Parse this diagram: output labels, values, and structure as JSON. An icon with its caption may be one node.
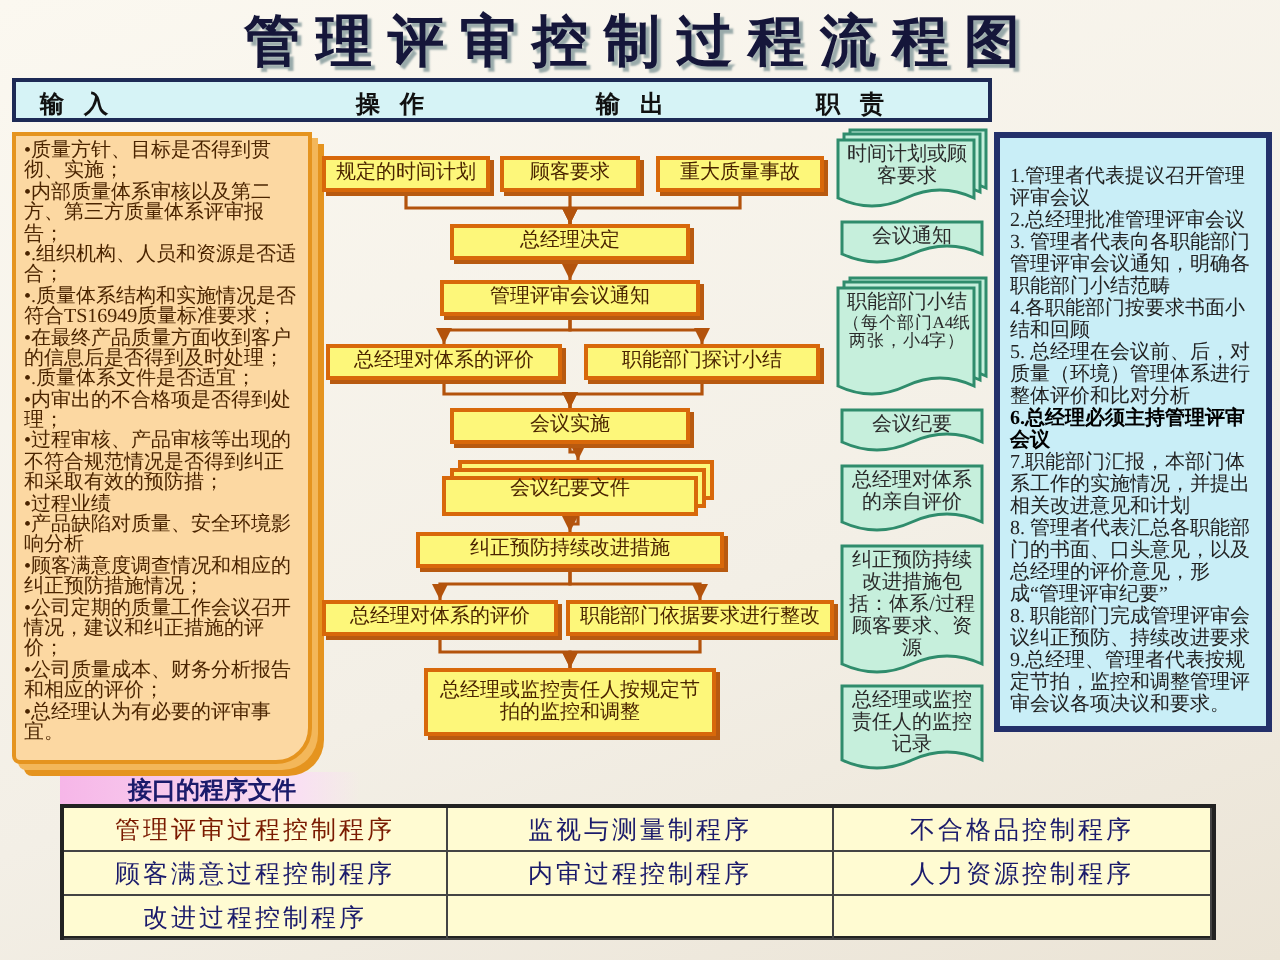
{
  "diagram": {
    "title": "管理评审控制过程流程图",
    "nodes": [
      {
        "text": [
          "•质量方针、目标是否得到贯彻、实施；",
          "•内部质量体系审核以及第二方、第三方质量体系评审报告；",
          "•.组织机构、人员和资源是否适合；",
          "•.质量体系结构和实施情况是否符合TS16949质量标准要求；",
          "•在最终产品质量方面收到客户的信息后是否得到及时处理；",
          "•.质量体系文件是否适宜；",
          "•内审出的不合格项是否得到处理；",
          "•过程审核、产品审核等出现的不符合规范情况是否得到纠正和采取有效的预防措；",
          "•过程业绩",
          "•产品缺陷对质量、安全环境影响分析",
          "•顾客满意度调查情况和相应的纠正预防措施情况；",
          "•公司定期的质量工作会议召开情况，建议和纠正措施的评价；",
          "•公司质量成本、财务分析报告和相应的评价；",
          "•总经理认为有必要的评审事宜。"
        ]
      },
      {
        "text": [
          "规定的时间计划"
        ]
      },
      {
        "text": [
          "顾客要求"
        ]
      },
      {
        "text": [
          "重大质量事故"
        ]
      },
      {
        "text": [
          "总经理决定"
        ]
      },
      {
        "text": [
          "管理评审会议通知"
        ]
      },
      {
        "text": [
          "总经理对体系的评价"
        ]
      },
      {
        "text": [
          "职能部门探讨小结"
        ]
      },
      {
        "text": [
          "会议实施"
        ]
      },
      {
        "text": [
          "会议纪要文件"
        ]
      },
      {
        "text": [
          "纠正预防持续改进措施"
        ]
      },
      {
        "text": [
          "总经理对体系的评价"
        ]
      },
      {
        "text": [
          "职能部门依据要求进行整改"
        ]
      },
      {
        "text": [
          "总经理或监控责任人按规定节拍的监控和调整"
        ]
      },
      {
        "text": [
          "时间计划或顾客要求"
        ]
      },
      {
        "text": [
          "会议通知"
        ]
      },
      {
        "text": [
          "职能部门小结",
          "（每个部门A4纸两张，小4字）"
        ]
      },
      {
        "text": [
          "会议纪要"
        ]
      },
      {
        "text": [
          "总经理对体系的亲自评价"
        ]
      },
      {
        "text": [
          "纠正预防持续改进措施包括：体系/过程顾客要求、资源"
        ]
      },
      {
        "text": [
          "总经理或监控责任人的监控记录"
        ]
      },
      {
        "text": [
          "1.管理者代表提议召开管理评审会议",
          "2.总经理批准管理评审会议",
          "3. 管理者代表向各职能部门管理评审会议通知，明确各职能部门小结范畴",
          "4.各职能部门按要求书面小结和回顾",
          "5. 总经理在会议前、后，对质量（环境）管理体系进行整体评价和比对分析",
          "6.总经理必须主持管理评审会议",
          "7.职能部门汇报，本部门体系工作的实施情况，并提出相关改进意见和计划",
          "8. 管理者代表汇总各职能部门的书面、口头意见，以及总经理的评价意见，形成“管理评审纪要”",
          "8. 职能部门完成管理评审会议纠正预防、持续改进要求",
          "9.总经理、管理者代表按规定节拍，监控和调整管理评审会议各项决议和要求。"
        ]
      }
    ],
    "edges": [
      {
        "from": 1,
        "to": 4,
        "arrow": "to"
      },
      {
        "from": 2,
        "to": 4,
        "arrow": "to"
      },
      {
        "from": 3,
        "to": 4,
        "arrow": "to"
      },
      {
        "from": 4,
        "to": 5,
        "arrow": "to"
      },
      {
        "from": 5,
        "to": 6,
        "arrow": "to"
      },
      {
        "from": 5,
        "to": 7,
        "arrow": "to"
      },
      {
        "from": 6,
        "to": 8,
        "arrow": "to"
      },
      {
        "from": 7,
        "to": 8,
        "arrow": "to"
      },
      {
        "from": 8,
        "to": 9,
        "arrow": "to"
      },
      {
        "from": 9,
        "to": 10,
        "arrow": "to"
      },
      {
        "from": 10,
        "to": 11,
        "arrow": "to"
      },
      {
        "from": 10,
        "to": 12,
        "arrow": "to"
      },
      {
        "from": 11,
        "to": 13,
        "arrow": "to"
      },
      {
        "from": 12,
        "to": 13,
        "arrow": "to"
      }
    ],
    "labels": [
      "输入",
      "操作",
      "输出",
      "职责",
      "接口的程序文件",
      "管理评审过程控制程序",
      "监视与测量制程序",
      "不合格品控制程序",
      "顾客满意过程控制程序",
      "内审过程控制程序",
      "人力资源控制程序",
      "改进过程控制程序"
    ]
  }
}
